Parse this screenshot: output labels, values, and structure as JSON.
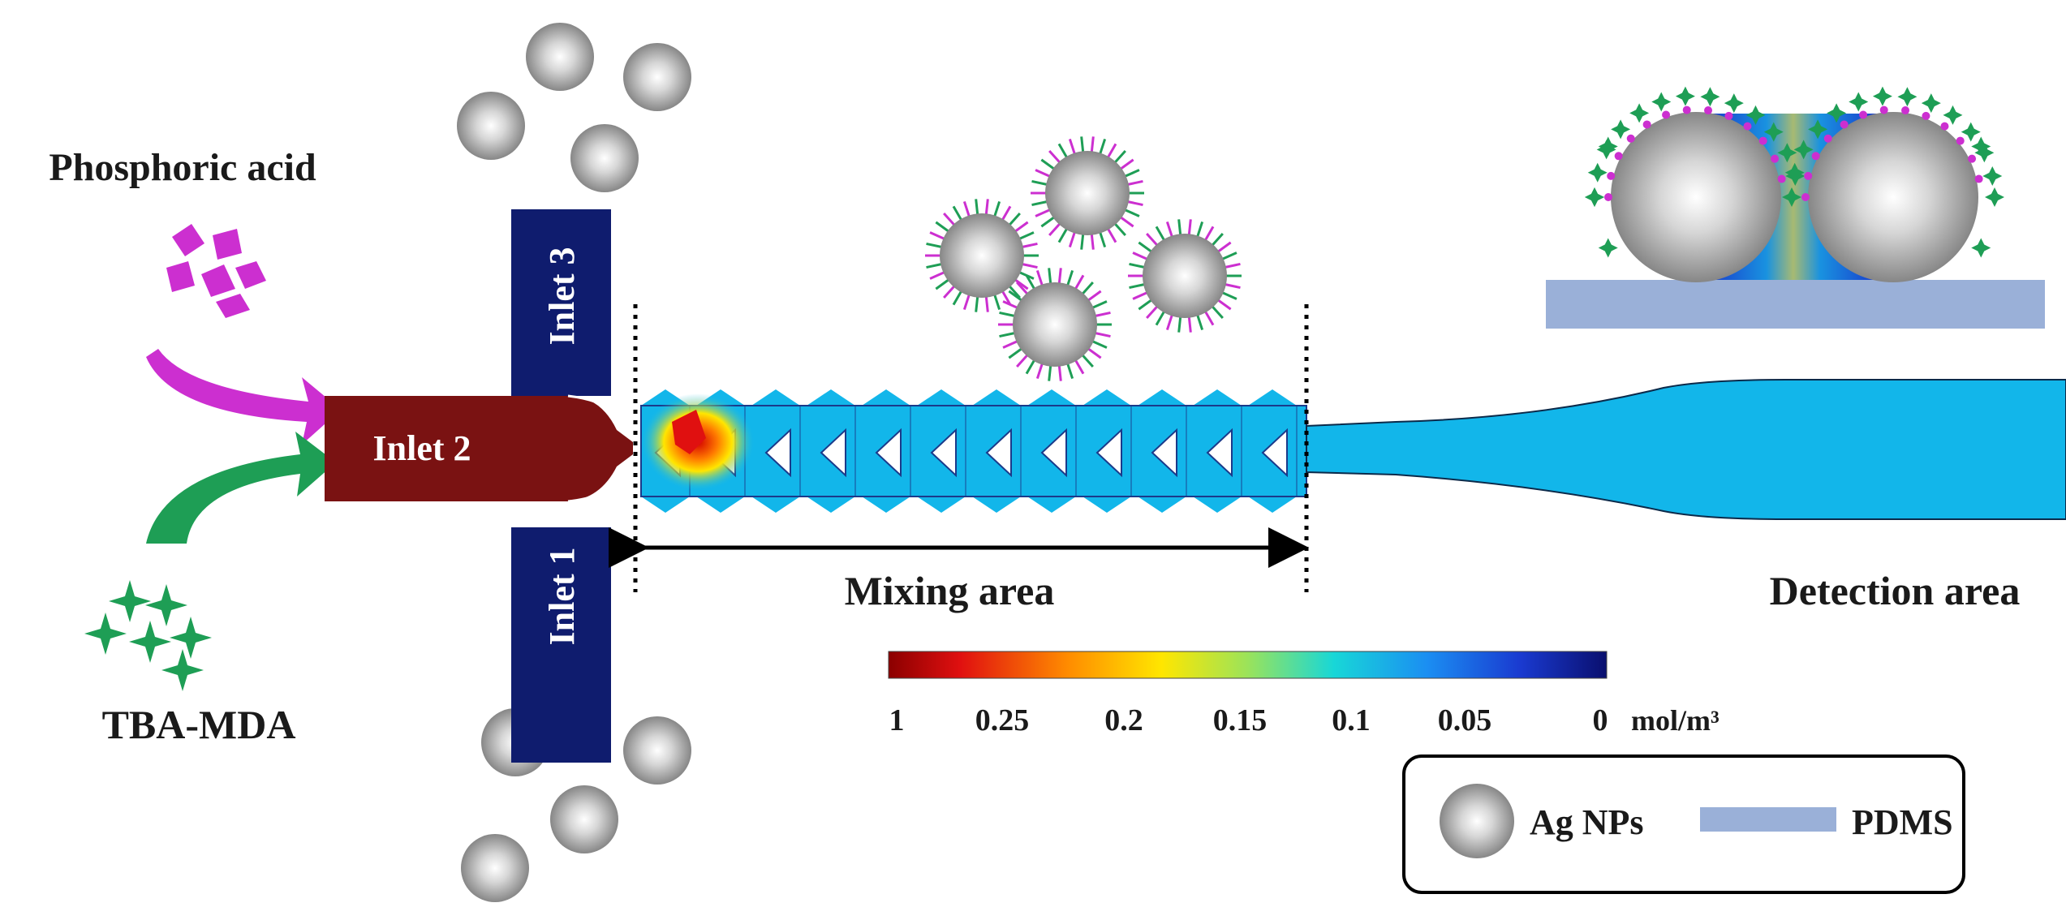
{
  "labels": {
    "phosphoric_acid": "Phosphoric acid",
    "tba_mda": "TBA-MDA",
    "inlet1": "Inlet 1",
    "inlet2": "Inlet 2",
    "inlet3": "Inlet 3",
    "mixing_area": "Mixing area",
    "detection_area": "Detection area"
  },
  "colorbar": {
    "ticks": [
      "1",
      "0.25",
      "0.2",
      "0.15",
      "0.1",
      "0.05",
      "0"
    ],
    "unit": "mol/m³"
  },
  "legend": {
    "ag_nps": "Ag NPs",
    "pdms": "PDMS"
  },
  "colors": {
    "inlet_side": "#0f1c6e",
    "inlet_center": "#7a1212",
    "channel": "#12b6ea",
    "pdms": "#9ab0d8",
    "magenta": "#cc2fd0",
    "green": "#1e9e55"
  }
}
